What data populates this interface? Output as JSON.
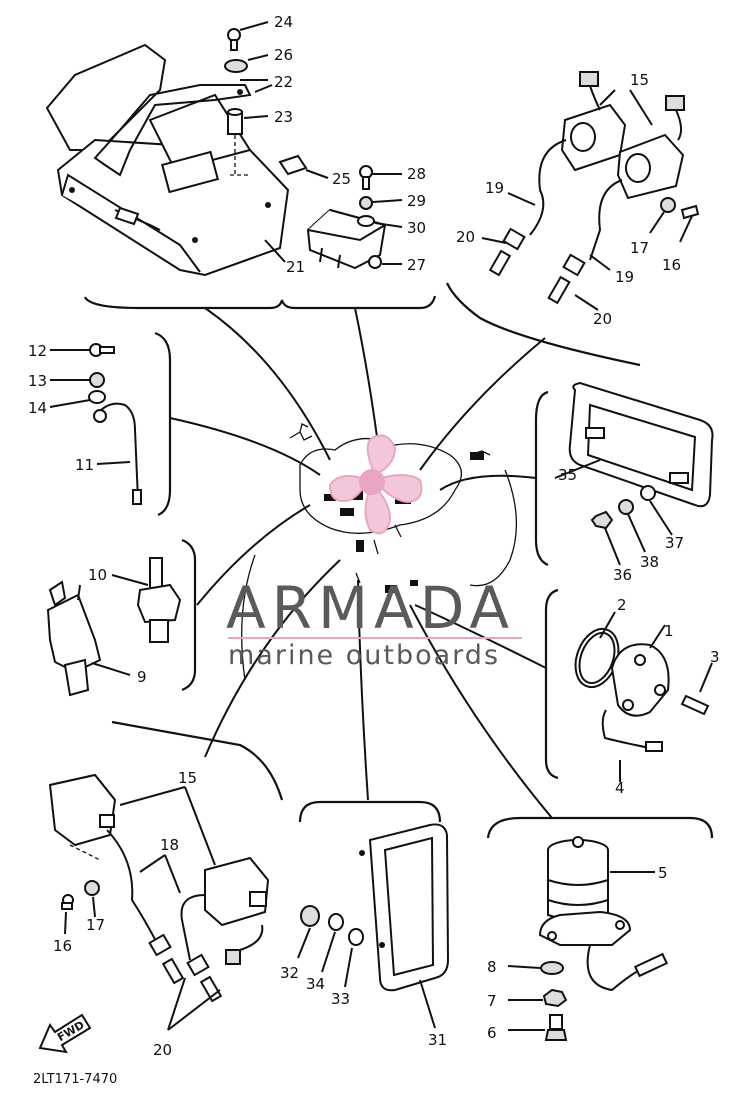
{
  "diagram": {
    "code": "2LT171-7470",
    "fwd_label": "FWD",
    "part_labels": {
      "p1": "1",
      "p2": "2",
      "p3": "3",
      "p4": "4",
      "p5": "5",
      "p6": "6",
      "p7": "7",
      "p8": "8",
      "p9": "9",
      "p10": "10",
      "p11": "11",
      "p12": "12",
      "p13": "13",
      "p14": "14",
      "p15a": "15",
      "p15b": "15",
      "p16a": "16",
      "p16b": "16",
      "p17a": "17",
      "p17b": "17",
      "p18": "18",
      "p19a": "19",
      "p19b": "19",
      "p20a": "20",
      "p20b": "20",
      "p20c": "20",
      "p21": "21",
      "p22": "22",
      "p23": "23",
      "p24": "24",
      "p25": "25",
      "p26": "26",
      "p27": "27",
      "p28": "28",
      "p29": "29",
      "p30": "30",
      "p31": "31",
      "p32": "32",
      "p33": "33",
      "p34": "34",
      "p35": "35",
      "p36": "36",
      "p37": "37",
      "p38": "38"
    }
  },
  "watermark": {
    "brand": "ARMADA",
    "tagline": "marine outboards",
    "accent_color": "#e8a6c4"
  }
}
